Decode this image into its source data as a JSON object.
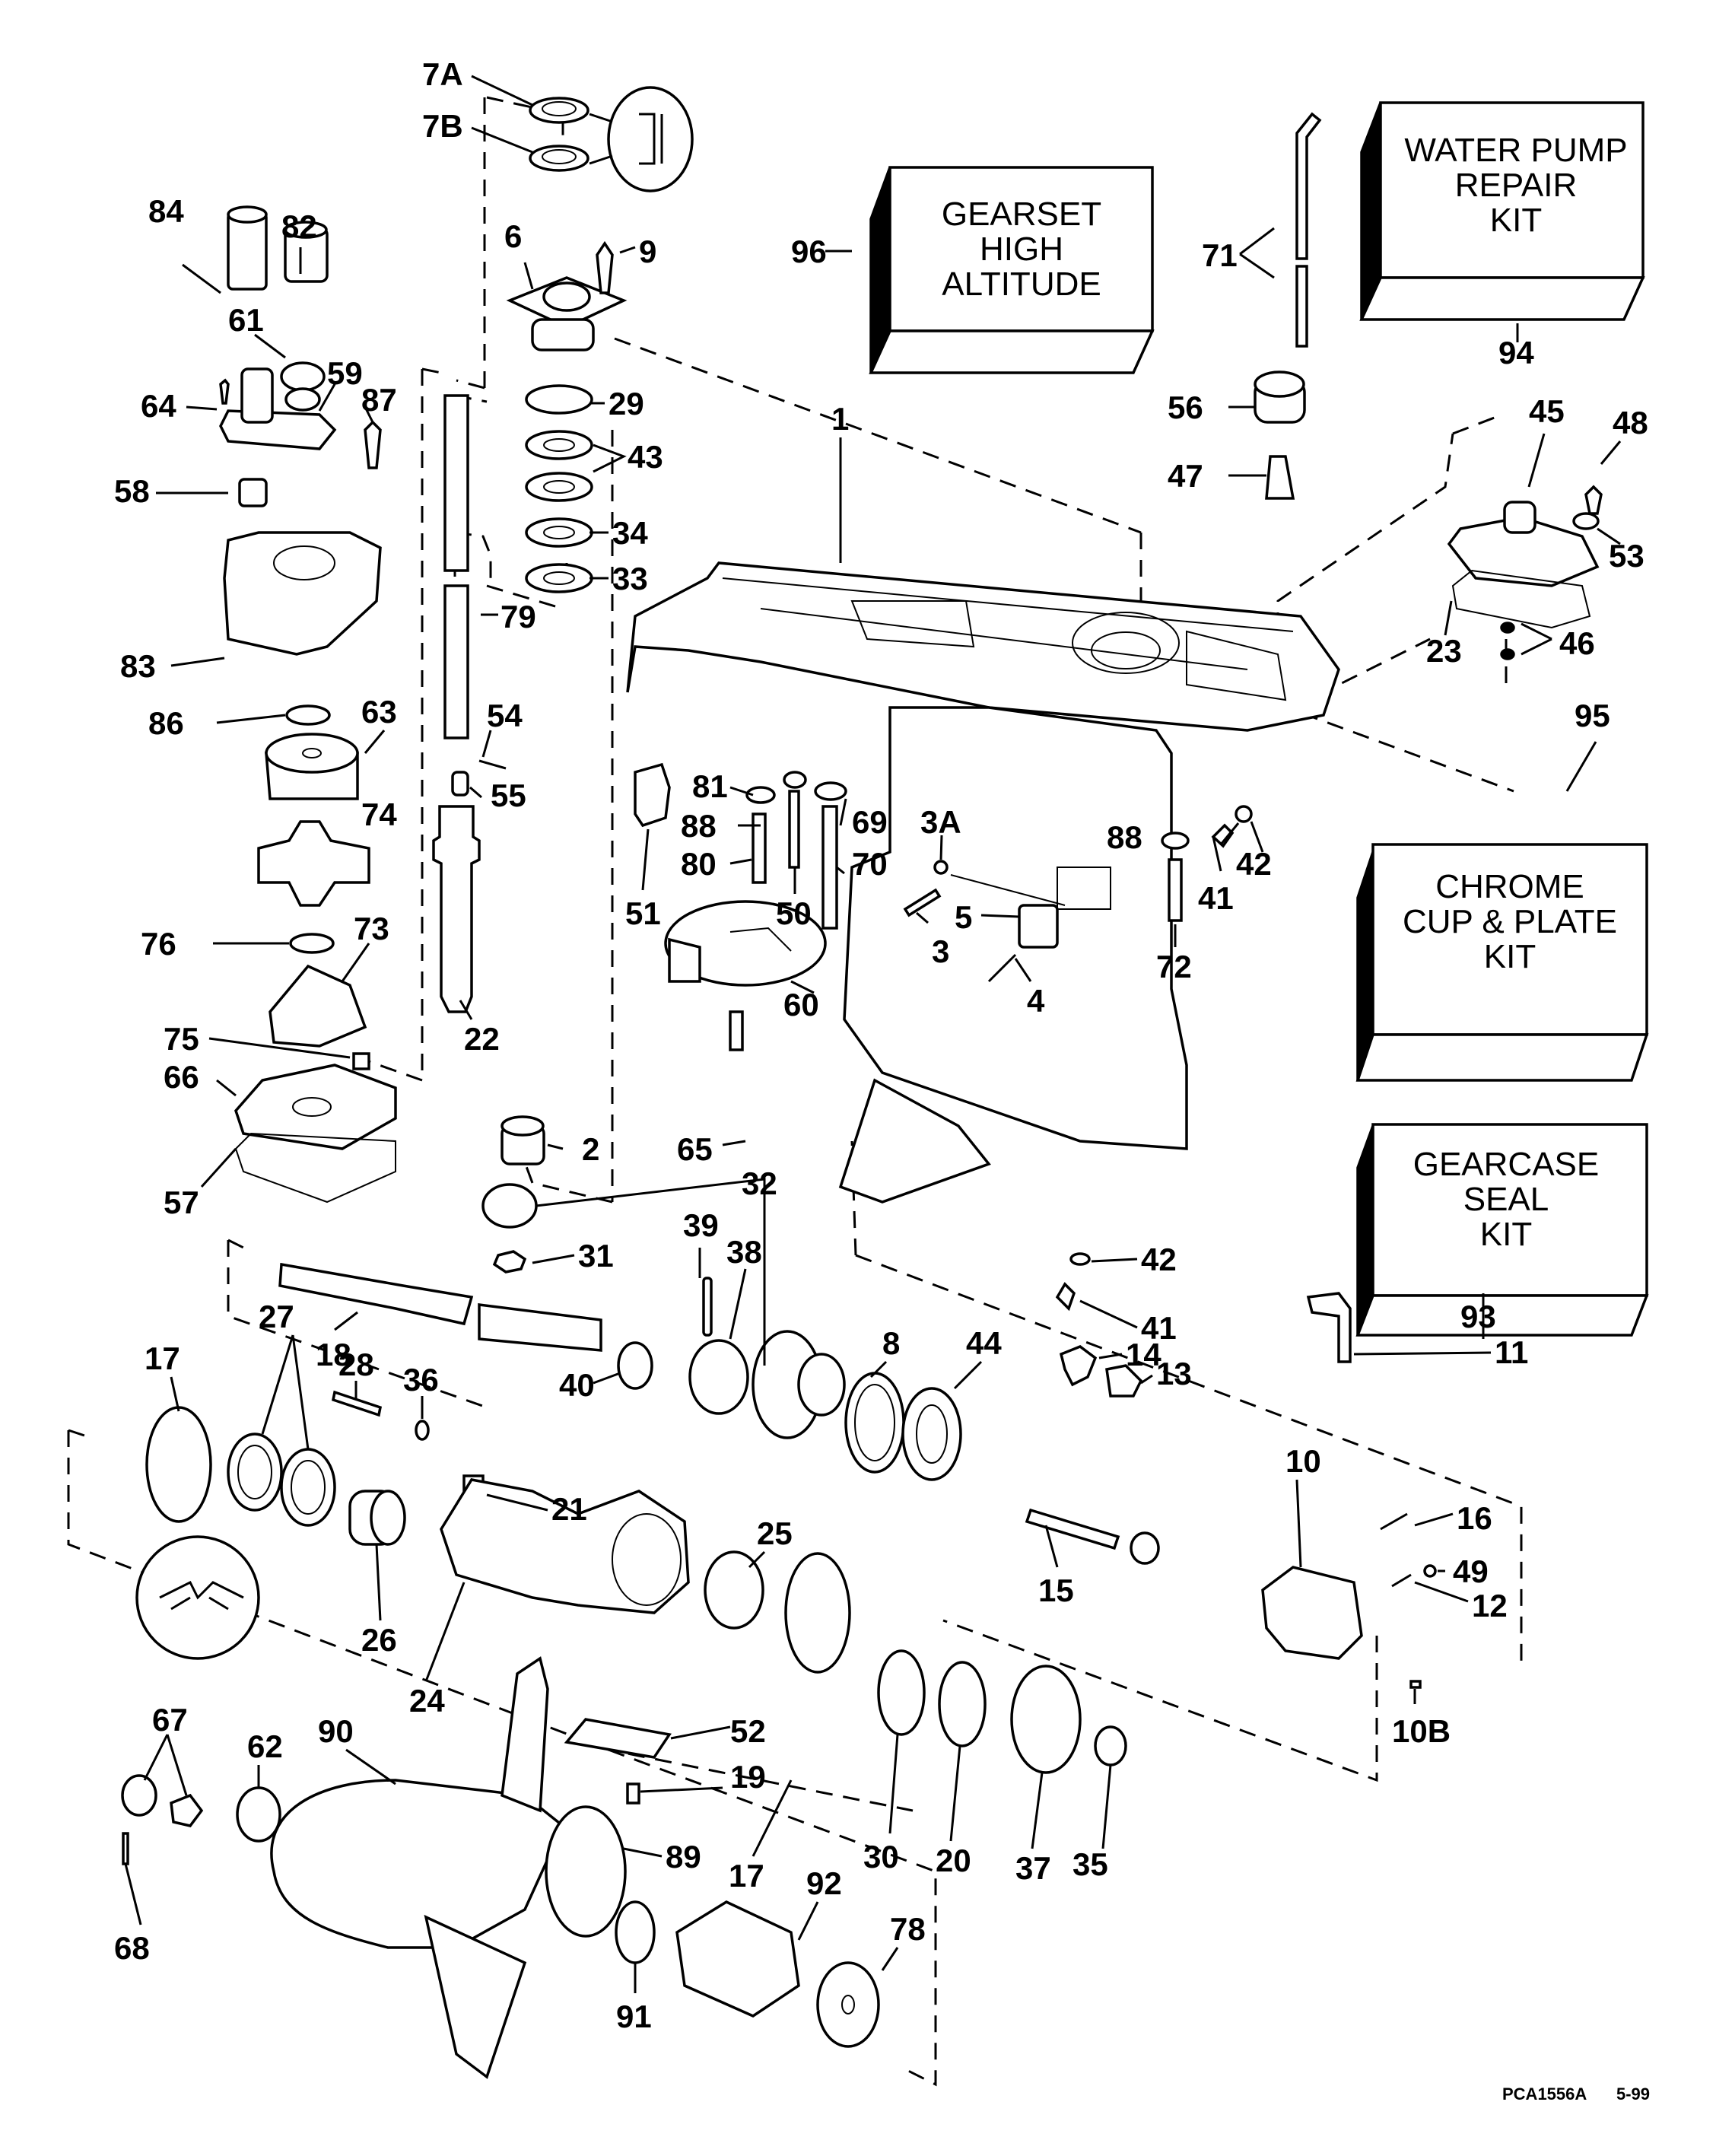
{
  "diagram": {
    "title": "Gearcase exploded parts diagram",
    "drawing_code": "PCA1556A",
    "drawing_date": "5-99",
    "kits": [
      {
        "id": "96",
        "lines": [
          "GEARSET",
          "HIGH",
          "ALTITUDE"
        ]
      },
      {
        "id": "94",
        "lines": [
          "WATER PUMP",
          "REPAIR",
          "KIT"
        ]
      },
      {
        "id": "95",
        "lines": [
          "CHROME",
          "CUP & PLATE",
          "KIT"
        ]
      },
      {
        "id": "93",
        "lines": [
          "GEARCASE",
          "SEAL",
          "KIT"
        ]
      }
    ],
    "callouts": [
      "7A",
      "7B",
      "84",
      "82",
      "6",
      "9",
      "96",
      "71",
      "94",
      "61",
      "59",
      "64",
      "87",
      "29",
      "43",
      "58",
      "34",
      "33",
      "56",
      "47",
      "45",
      "48",
      "53",
      "83",
      "79",
      "1",
      "23",
      "46",
      "86",
      "63",
      "54",
      "55",
      "81",
      "74",
      "88",
      "69",
      "51",
      "80",
      "70",
      "50",
      "3A",
      "88",
      "42",
      "41",
      "95",
      "76",
      "73",
      "22",
      "5",
      "3",
      "72",
      "60",
      "4",
      "75",
      "66",
      "2",
      "65",
      "32",
      "57",
      "31",
      "39",
      "38",
      "42",
      "41",
      "93",
      "18",
      "40",
      "8",
      "44",
      "11",
      "17",
      "27",
      "28",
      "36",
      "21",
      "14",
      "13",
      "10",
      "16",
      "15",
      "49",
      "12",
      "25",
      "26",
      "24",
      "52",
      "10B",
      "67",
      "62",
      "90",
      "19",
      "17",
      "30",
      "20",
      "37",
      "35",
      "89",
      "92",
      "78",
      "68",
      "91"
    ]
  }
}
